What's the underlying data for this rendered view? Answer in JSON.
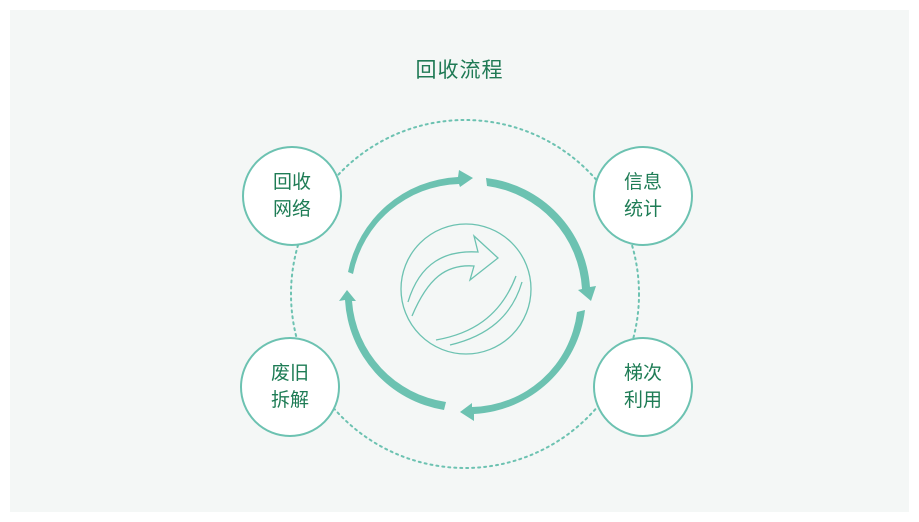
{
  "title": "回收流程",
  "nodes": [
    {
      "id": "recycle-network",
      "label": "回收网络"
    },
    {
      "id": "info-statistics",
      "label": "信息统计"
    },
    {
      "id": "cascade-utilization",
      "label": "梯次利用"
    },
    {
      "id": "disassembly",
      "label": "废旧拆解"
    }
  ],
  "colors": {
    "accent": "#6cc2b1",
    "text": "#1e7c55",
    "background": "#f4f7f6"
  },
  "icons": {
    "center": "recycle-arrow-icon"
  }
}
